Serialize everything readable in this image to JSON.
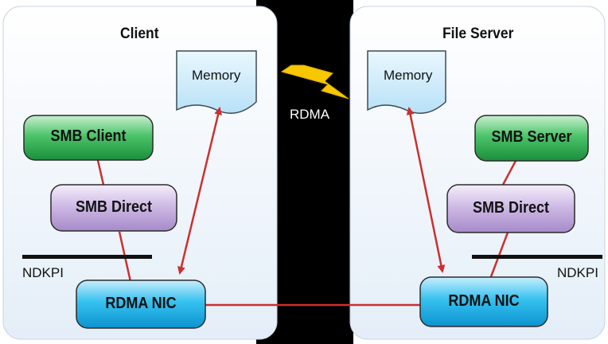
{
  "client": {
    "title": "Client",
    "memory": "Memory",
    "smb_client": "SMB Client",
    "smb_direct": "SMB Direct",
    "ndkpi": "NDKPI",
    "nic": "RDMA NIC"
  },
  "server": {
    "title": "File Server",
    "memory": "Memory",
    "smb_server": "SMB Server",
    "smb_direct": "SMB Direct",
    "ndkpi": "NDKPI",
    "nic": "RDMA NIC"
  },
  "rdma_label": "RDMA",
  "colors": {
    "link": "#cc2f2f",
    "smb_green": "#25a046",
    "smb_purple": "#b9a0d6",
    "nic_blue": "#20b6ea",
    "memory_blue": "#cdebfb",
    "bolt": "#f7c800"
  }
}
